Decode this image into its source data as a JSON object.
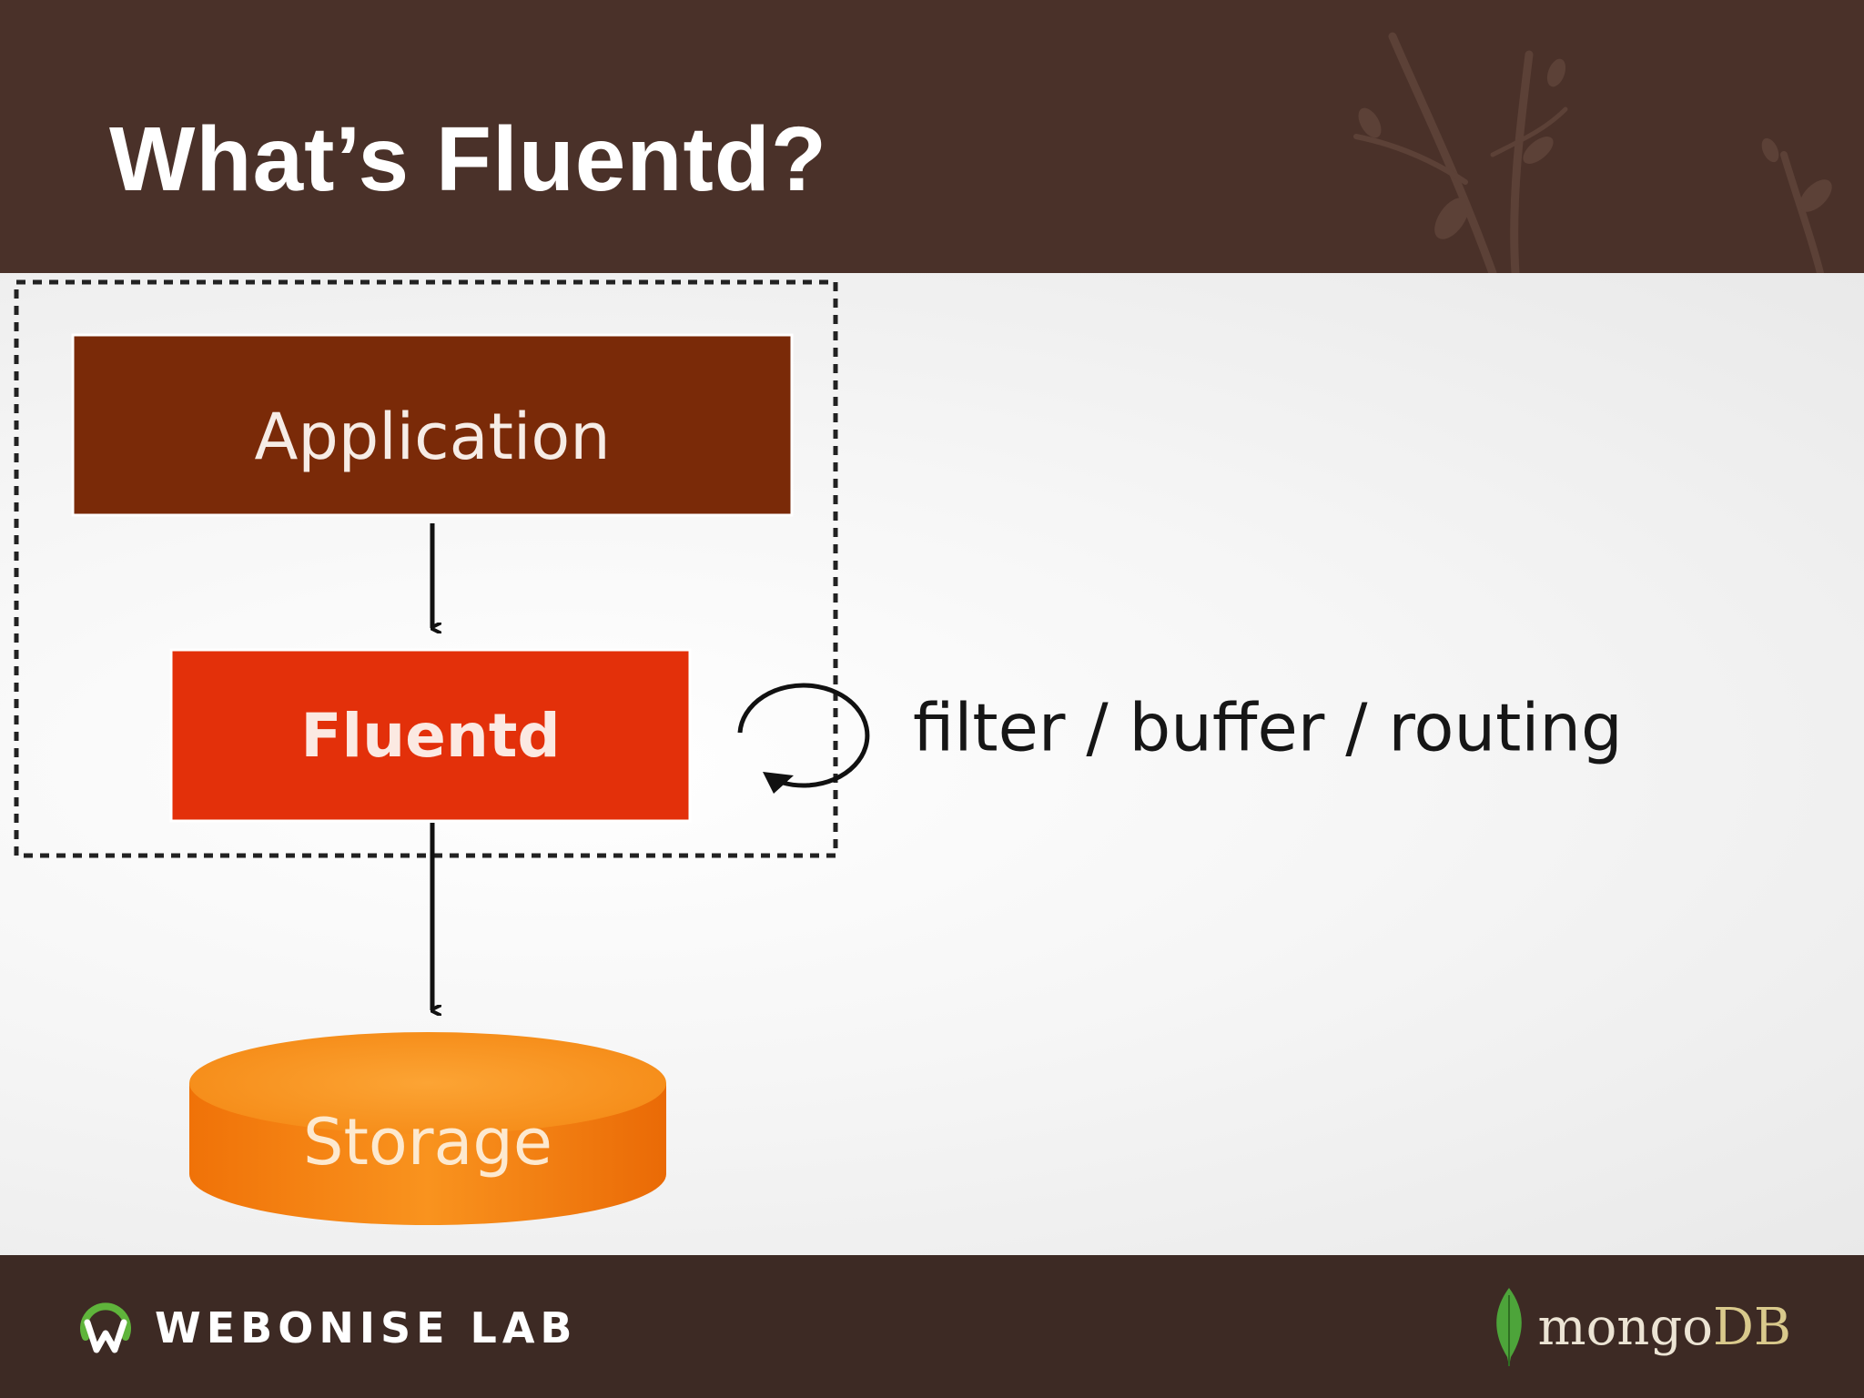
{
  "slide": {
    "title": "What’s Fluentd?",
    "colors": {
      "header_bg": "#4a3129",
      "footer_bg": "#3d2a24",
      "application_box": "#7a2a08",
      "fluentd_box": "#e3300a",
      "storage": "#f07a0c"
    }
  },
  "diagram": {
    "nodes": {
      "application": "Application",
      "fluentd": "Fluentd",
      "storage": "Storage"
    },
    "annotation": "filter / buffer / routing"
  },
  "footer": {
    "left_brand": "WEBONISE LAB",
    "right_brand_prefix": "mongo",
    "right_brand_suffix": "DB",
    "icons": [
      "webonise-logo-icon",
      "mongodb-leaf-icon"
    ]
  }
}
